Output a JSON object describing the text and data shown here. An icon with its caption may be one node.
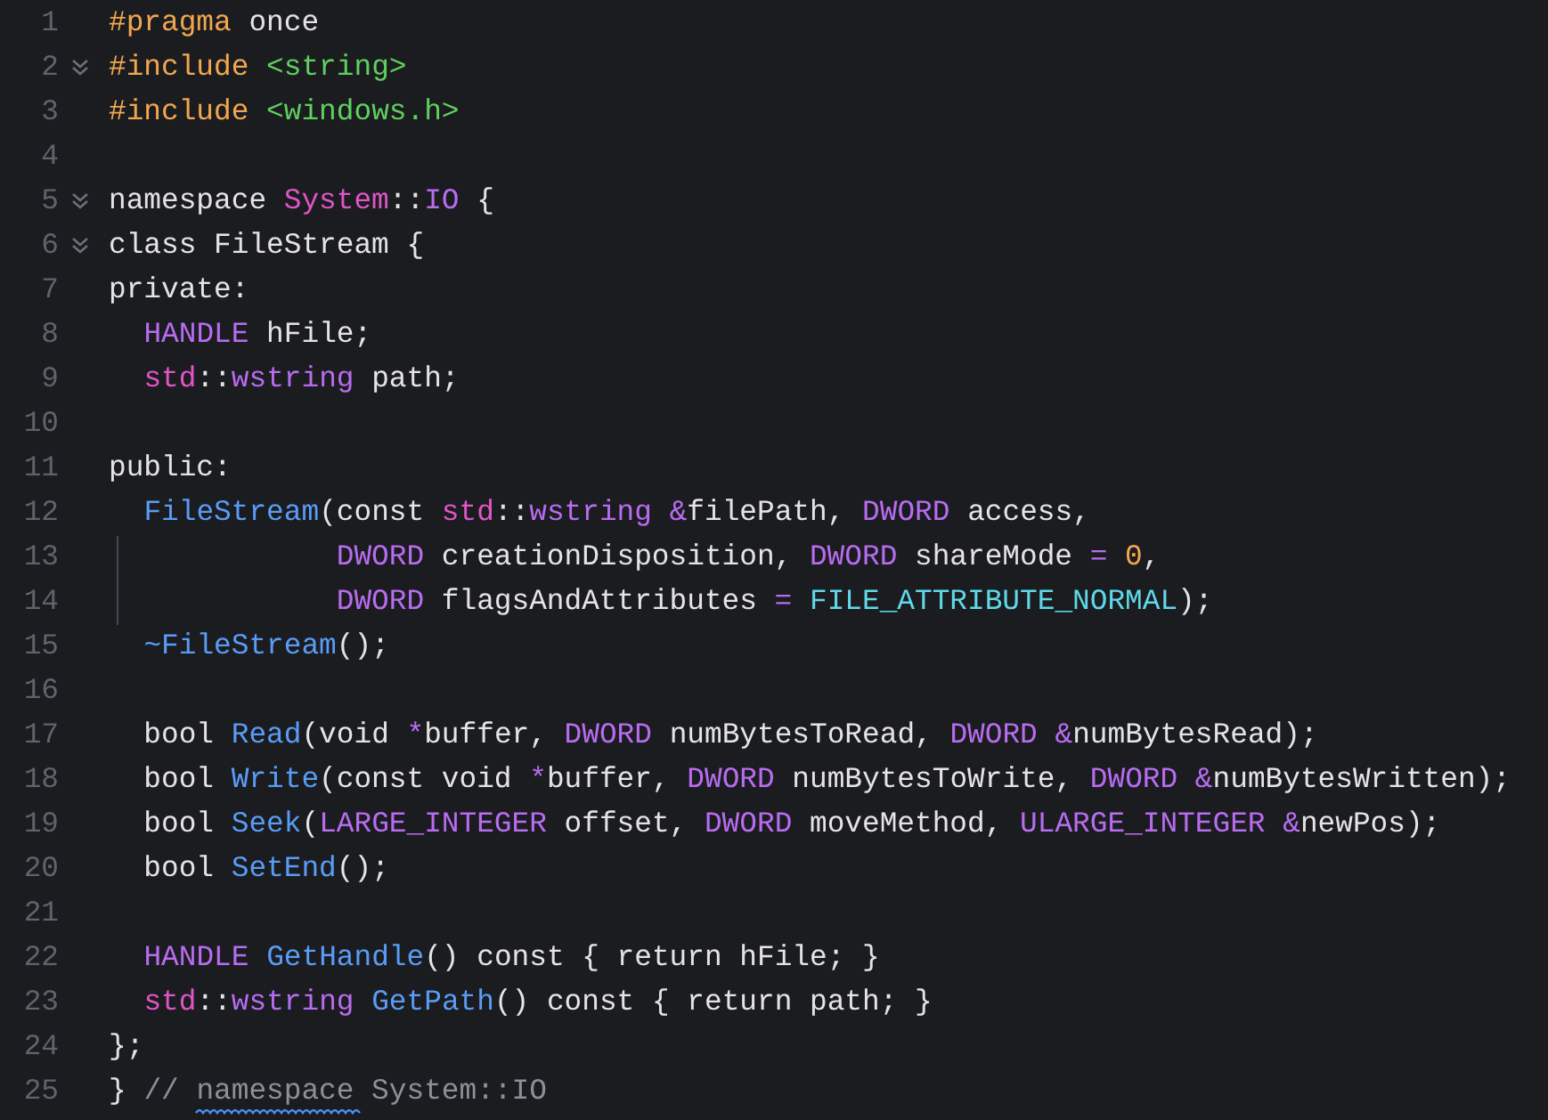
{
  "diagram": {
    "labels": [
      "1",
      "#pragma once",
      "2",
      "#include <string>",
      "3",
      "#include <windows.h>",
      "4",
      "5",
      "namespace System::IO {",
      "6",
      "class FileStream {",
      "7",
      "private:",
      "8",
      "  HANDLE hFile;",
      "9",
      "  std::wstring path;",
      "10",
      "11",
      "public:",
      "12",
      "  FileStream(const std::wstring &filePath, DWORD access,",
      "13",
      "             DWORD creationDisposition, DWORD shareMode = 0,",
      "14",
      "             DWORD flagsAndAttributes = FILE_ATTRIBUTE_NORMAL);",
      "15",
      "  ~FileStream();",
      "16",
      "17",
      "  bool Read(void *buffer, DWORD numBytesToRead, DWORD &numBytesRead);",
      "18",
      "  bool Write(const void *buffer, DWORD numBytesToWrite, DWORD &numBytesWritten);",
      "19",
      "  bool Seek(LARGE_INTEGER offset, DWORD moveMethod, ULARGE_INTEGER &newPos);",
      "20",
      "  bool SetEnd();",
      "21",
      "22",
      "  HANDLE GetHandle() const { return hFile; }",
      "23",
      "  std::wstring GetPath() const { return path; }",
      "24",
      "};",
      "25",
      "} // namespace System::IO"
    ]
  }
}
